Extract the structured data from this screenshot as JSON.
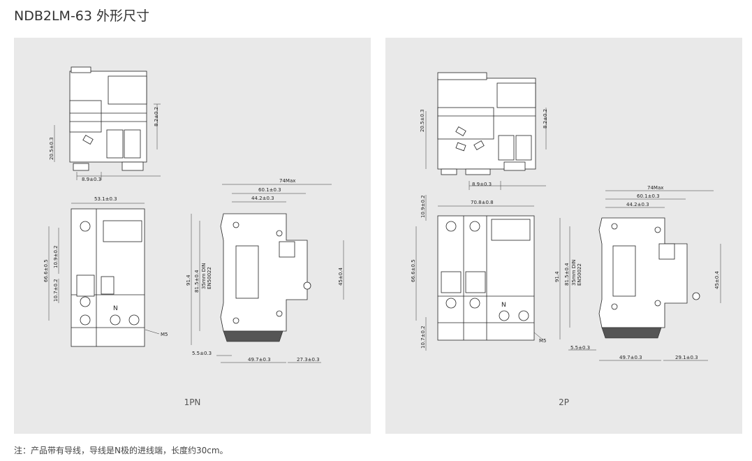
{
  "title": "NDB2LM-63 外形尺寸",
  "panels": [
    {
      "label": "1PN",
      "dims": {
        "top_h1": "8.2±0.2",
        "top_h2": "20.5±0.3",
        "top_w": "8.9±0.3",
        "front_w": "53.1±0.3",
        "front_h1": "66.6±0.5",
        "front_h2": "10.9±0.2",
        "front_h3": "10.7±0.2",
        "screw": "M5",
        "n_mark": "N",
        "side_max": "74Max",
        "side_w1": "60.1±0.3",
        "side_w2": "44.2±0.3",
        "side_h_total": "91.4",
        "side_h2": "81.5±0.4",
        "din_1": "35mm DIN",
        "din_2": "EN50022",
        "side_h3": "45±0.4",
        "side_b1": "5.5±0.3",
        "side_b2": "49.7±0.3",
        "side_b3": "27.3±0.3"
      }
    },
    {
      "label": "2P",
      "dims": {
        "top_h1": "8.2±0.2",
        "top_h2": "20.5±0.3",
        "top_w": "8.9±0.3",
        "front_w": "70.8±0.8",
        "front_h1": "66.6±0.5",
        "front_h2": "10.9±0.2",
        "front_h3": "10.7±0.2",
        "screw": "M5",
        "n_mark": "N",
        "side_max": "74Max",
        "side_w1": "60.1±0.3",
        "side_w2": "44.2±0.3",
        "side_h_total": "91.4",
        "side_h2": "81.5±0.4",
        "din_1": "35mm DIN",
        "din_2": "EN50022",
        "side_h3": "45±0.4",
        "side_b1": "5.5±0.3",
        "side_b2": "49.7±0.3",
        "side_b3": "29.1±0.3"
      }
    }
  ],
  "note": "注：产品带有导线，导线是N极的进线端，长度约30cm。"
}
